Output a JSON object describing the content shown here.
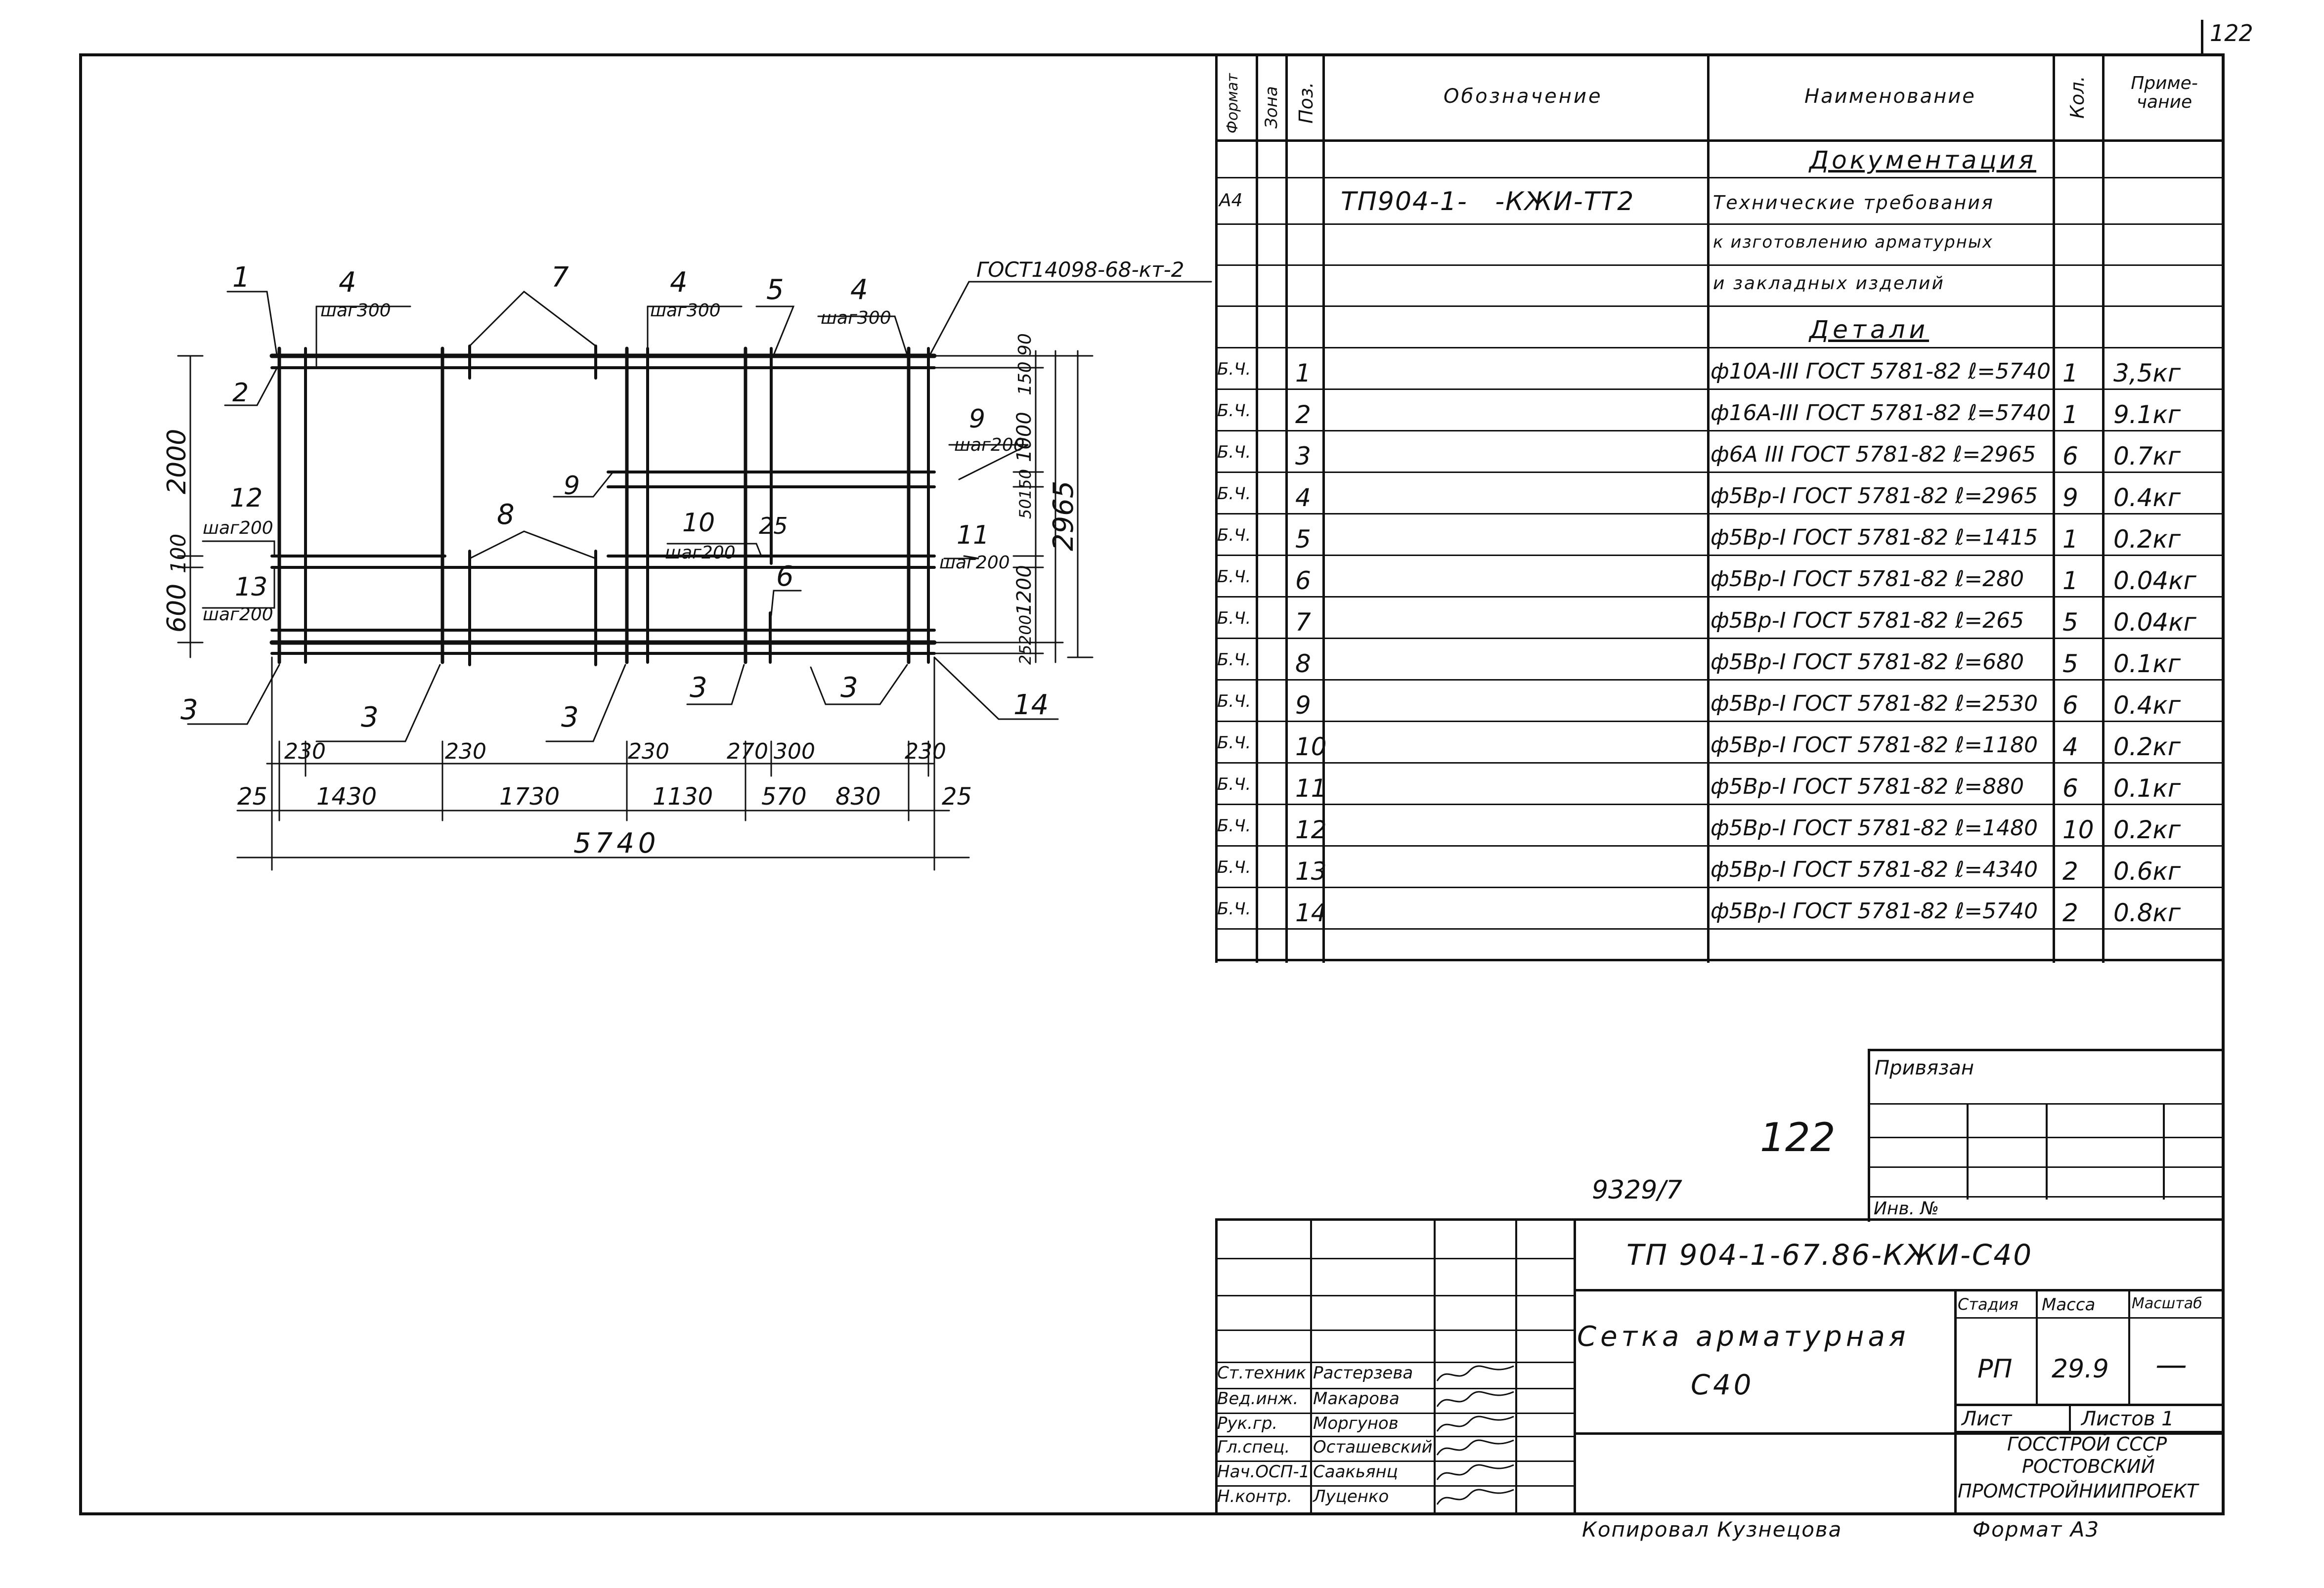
{
  "sheet_number_corner": "122",
  "spec": {
    "headers": [
      "Формат",
      "Зона",
      "Поз.",
      "Обозначение",
      "Наименование",
      "Кол.",
      "Приме-чание"
    ],
    "section_docs": "Документация",
    "doc_row": {
      "format": "А4",
      "designation": "ТП904-1-   -КЖИ-ТТ2"
    },
    "doc_lines": [
      "Технические требования",
      "к изготовлению арматурных",
      "и закладных изделий"
    ],
    "section_parts": "Детали",
    "rows": [
      {
        "format": "Б.Ч.",
        "pos": "1",
        "name": "ф10А-III ГОСТ 5781-82 ℓ=5740",
        "qty": "1",
        "note": "3,5кг"
      },
      {
        "format": "Б.Ч.",
        "pos": "2",
        "name": "ф16А-III ГОСТ 5781-82 ℓ=5740",
        "qty": "1",
        "note": "9.1кг"
      },
      {
        "format": "Б.Ч.",
        "pos": "3",
        "name": "ф6А III ГОСТ 5781-82 ℓ=2965",
        "qty": "6",
        "note": "0.7кг"
      },
      {
        "format": "Б.Ч.",
        "pos": "4",
        "name": "ф5Вр-I ГОСТ 5781-82 ℓ=2965",
        "qty": "9",
        "note": "0.4кг"
      },
      {
        "format": "Б.Ч.",
        "pos": "5",
        "name": "ф5Вр-I ГОСТ 5781-82 ℓ=1415",
        "qty": "1",
        "note": "0.2кг"
      },
      {
        "format": "Б.Ч.",
        "pos": "6",
        "name": "ф5Вр-I ГОСТ 5781-82 ℓ=280",
        "qty": "1",
        "note": "0.04кг"
      },
      {
        "format": "Б.Ч.",
        "pos": "7",
        "name": "ф5Вр-I ГОСТ 5781-82 ℓ=265",
        "qty": "5",
        "note": "0.04кг"
      },
      {
        "format": "Б.Ч.",
        "pos": "8",
        "name": "ф5Вр-I ГОСТ 5781-82 ℓ=680",
        "qty": "5",
        "note": "0.1кг"
      },
      {
        "format": "Б.Ч.",
        "pos": "9",
        "name": "ф5Вр-I ГОСТ 5781-82 ℓ=2530",
        "qty": "6",
        "note": "0.4кг"
      },
      {
        "format": "Б.Ч.",
        "pos": "10",
        "name": "ф5Вр-I ГОСТ 5781-82 ℓ=1180",
        "qty": "4",
        "note": "0.2кг"
      },
      {
        "format": "Б.Ч.",
        "pos": "11",
        "name": "ф5Вр-I ГОСТ 5781-82 ℓ=880",
        "qty": "6",
        "note": "0.1кг"
      },
      {
        "format": "Б.Ч.",
        "pos": "12",
        "name": "ф5Вр-I ГОСТ 5781-82 ℓ=1480",
        "qty": "10",
        "note": "0.2кг"
      },
      {
        "format": "Б.Ч.",
        "pos": "13",
        "name": "ф5Вр-I ГОСТ 5781-82 ℓ=4340",
        "qty": "2",
        "note": "0.6кг"
      },
      {
        "format": "Б.Ч.",
        "pos": "14",
        "name": "ф5Вр-I ГОСТ 5781-82 ℓ=5740",
        "qty": "2",
        "note": "0.8кг"
      }
    ]
  },
  "drawing": {
    "callout_gost": "ГОСТ14098-68-кт-2",
    "labels": {
      "p1": "1",
      "p2": "2",
      "p3": "3",
      "p4": "4",
      "p5": "5",
      "p6": "6",
      "p7": "7",
      "p8": "8",
      "p9": "9",
      "p10": "10",
      "p11": "11",
      "p12": "12",
      "p13": "13",
      "p14": "14",
      "step300": "шаг300",
      "step200": "шаг200"
    },
    "dims_bottom": [
      "25",
      "1430",
      "1730",
      "1130",
      "570",
      "830",
      "25"
    ],
    "dims_mid": [
      "230",
      "230",
      "230",
      "270",
      "300",
      "230"
    ],
    "total_width": "5740",
    "dims_left": [
      "2000",
      "100",
      "600"
    ],
    "dims_right": [
      "90",
      "150",
      "1000",
      "150",
      "50",
      "1200",
      "200",
      "25"
    ],
    "total_height": "2965",
    "dim_25_center": "25"
  },
  "binding": {
    "title": "Привязан",
    "inv": "Инв. №"
  },
  "stamp_number": "122",
  "doc_code": "9329/7",
  "title_block": {
    "designation": "ТП 904-1-67.86-КЖИ-С40",
    "title_line1": "Сетка арматурная",
    "title_line2": "С40",
    "stage_header": "Стадия",
    "mass_header": "Масса",
    "scale_header": "Масштаб",
    "stage": "РП",
    "mass": "29.9",
    "scale": "—",
    "sheet_label": "Лист",
    "sheets_label": "Листов 1",
    "org_line1": "ГОССТРОЙ СССР",
    "org_line2": "РОСТОВСКИЙ",
    "org_line3": "ПРОМСТРОЙНИИПРОЕКТ",
    "signatures": [
      {
        "role": "Ст.техник",
        "name": "Растерзева"
      },
      {
        "role": "Вед.инж.",
        "name": "Макарова"
      },
      {
        "role": "Рук.гр.",
        "name": "Моргунов"
      },
      {
        "role": "Гл.спец.",
        "name": "Осташевский"
      },
      {
        "role": "Нач.ОСП-1",
        "name": "Саакьянц"
      },
      {
        "role": "Н.контр.",
        "name": "Луценко"
      }
    ]
  },
  "copied_by": "Копировал Кузнецова",
  "format": "Формат А3"
}
